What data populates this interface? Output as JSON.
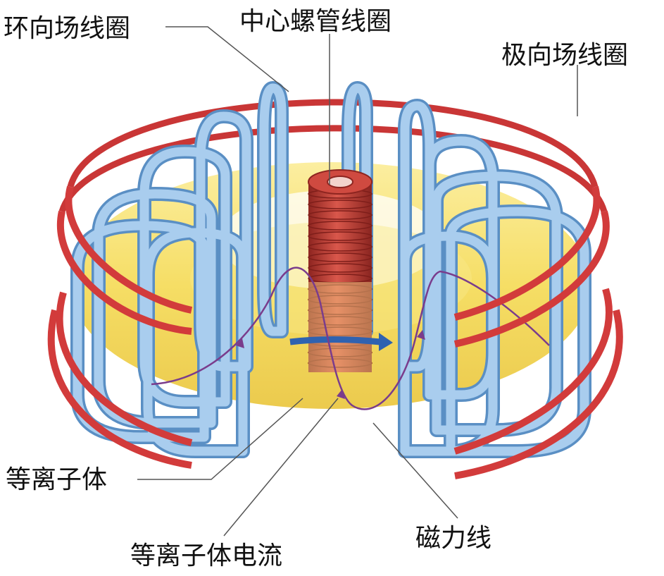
{
  "labels": {
    "toroidal_coil": "环向场线圈",
    "central_solenoid": "中心螺管线圈",
    "poloidal_coil": "极向场线圈",
    "plasma": "等离子体",
    "plasma_current": "等离子体电流",
    "field_line": "磁力线"
  },
  "colors": {
    "toroidal_coil": "#9cc3e6",
    "toroidal_coil_edge": "#5a8fc4",
    "poloidal_coil": "#d23b3b",
    "plasma": "#f4dc5a",
    "solenoid": "#c8443a",
    "current_arrow": "#2f62b0",
    "field_line": "#7a3c8c"
  }
}
